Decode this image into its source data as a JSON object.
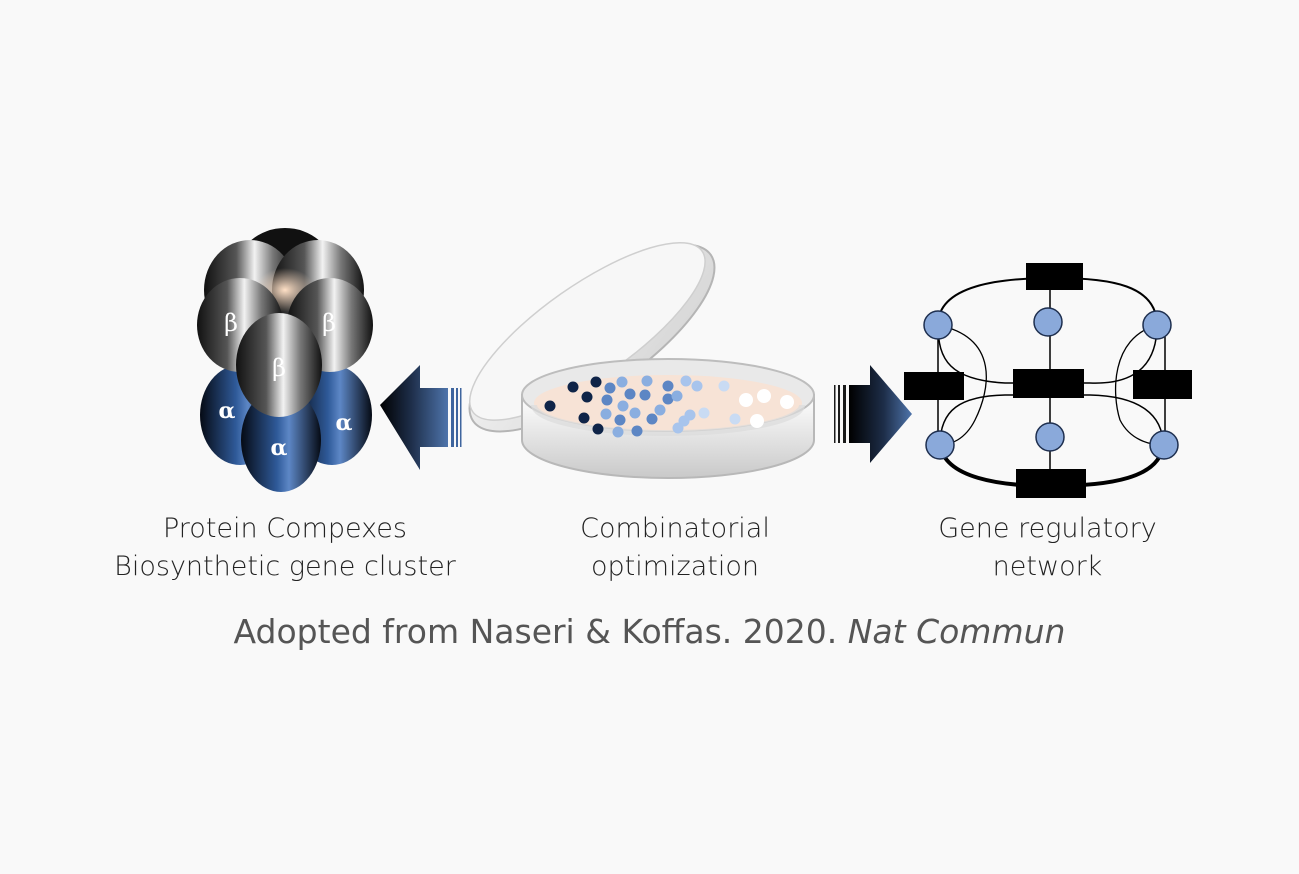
{
  "protein": {
    "label_line1": "Protein Compexes",
    "label_line2": "Biosynthetic gene cluster",
    "beta_symbol": "β",
    "alpha_symbol": "α"
  },
  "dish": {
    "label_line1": "Combinatorial",
    "label_line2": "optimization"
  },
  "network": {
    "label_line1": "Gene regulatory",
    "label_line2": "network"
  },
  "credit": {
    "text": "Adopted from Naseri & Koffas. 2020.",
    "journal": "Nat Commun"
  },
  "colors": {
    "dark_navy": "#0f2448",
    "steel_blue": "#3e6aa6",
    "node_blue": "#8aa9da",
    "agar": "#f7e6dc",
    "black": "#000000"
  }
}
